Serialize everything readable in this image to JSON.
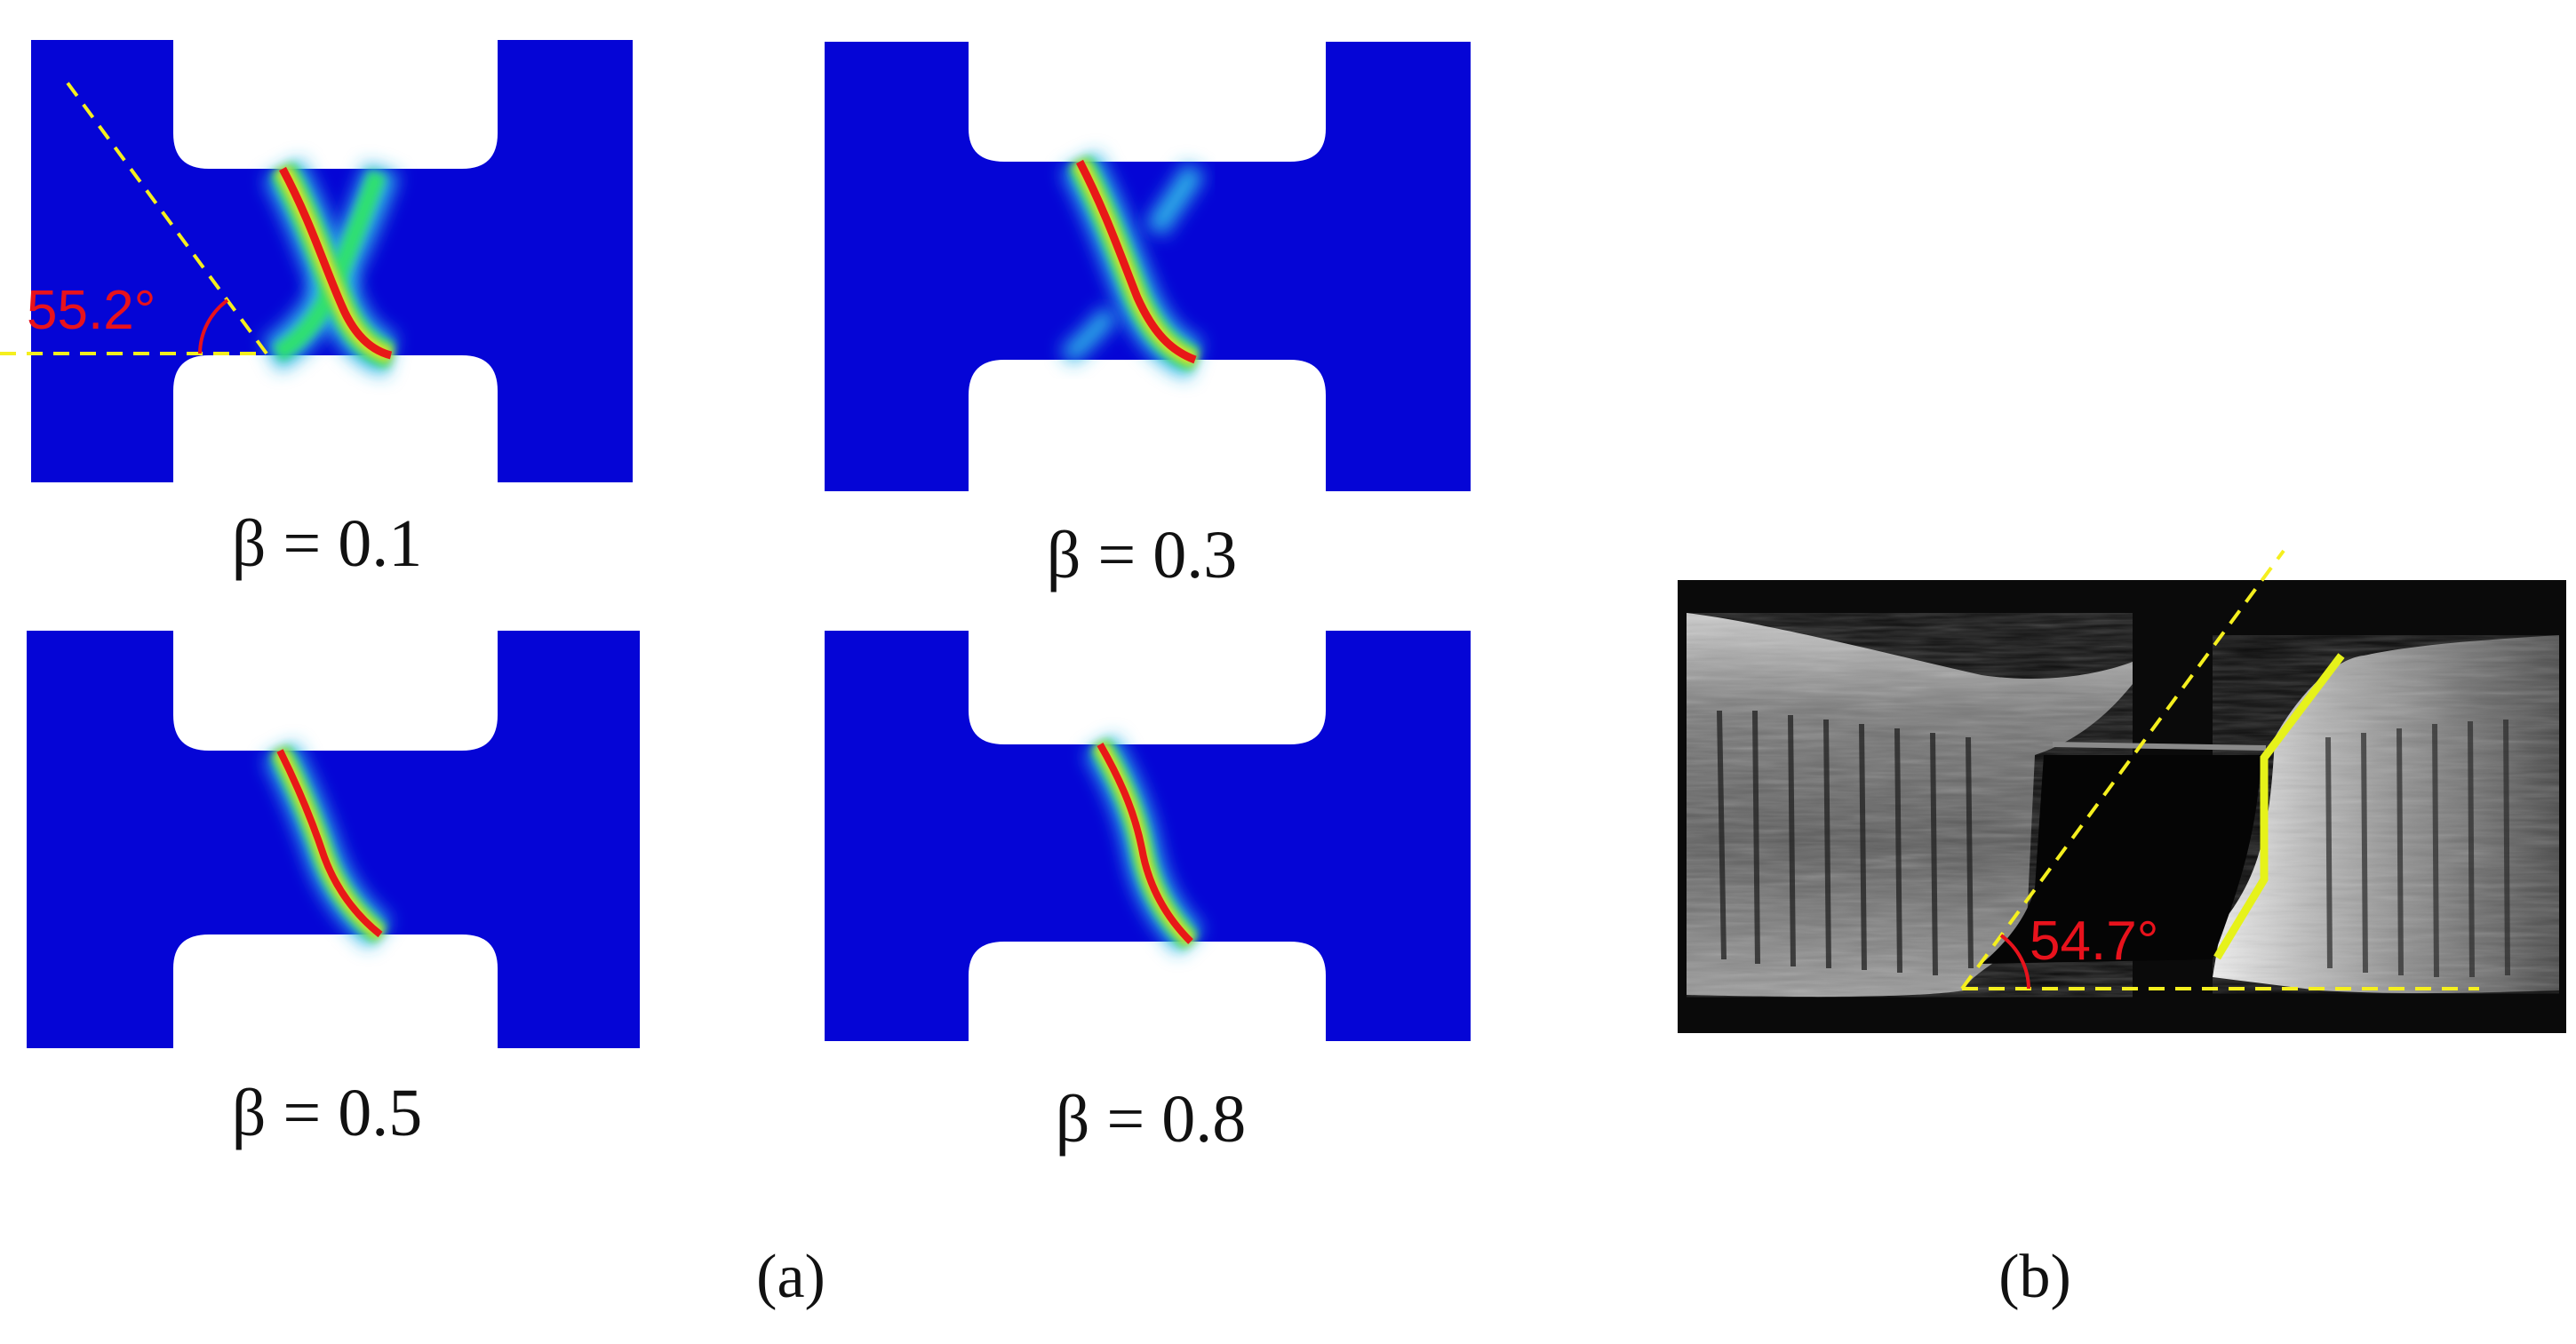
{
  "colors": {
    "background": "#ffffff",
    "contour_base": "#0505d6",
    "contour_cyan": "#2fb6e8",
    "contour_green": "#2fe070",
    "contour_yellow": "#f0e020",
    "contour_red": "#e81818",
    "guide_line": "#f5ef1e",
    "angle_text": "#e8121c",
    "photo_background": "#0a0a0a"
  },
  "panel_a": {
    "caption": "(a)",
    "simulations": [
      {
        "label": "β = 0.1",
        "beta": 0.1,
        "angle_label": "55.2°",
        "band": "x-shaped, two crossing shear bands"
      },
      {
        "label": "β = 0.3",
        "beta": 0.3,
        "angle_label": "",
        "band": "dominant band with faint secondary branch"
      },
      {
        "label": "β = 0.5",
        "beta": 0.5,
        "angle_label": "",
        "band": "single shear band"
      },
      {
        "label": "β = 0.8",
        "beta": 0.8,
        "angle_label": "",
        "band": "single shear band"
      }
    ]
  },
  "panel_b": {
    "caption": "(b)",
    "angle_label": "54.7°",
    "image": "fractured specimen photograph"
  }
}
